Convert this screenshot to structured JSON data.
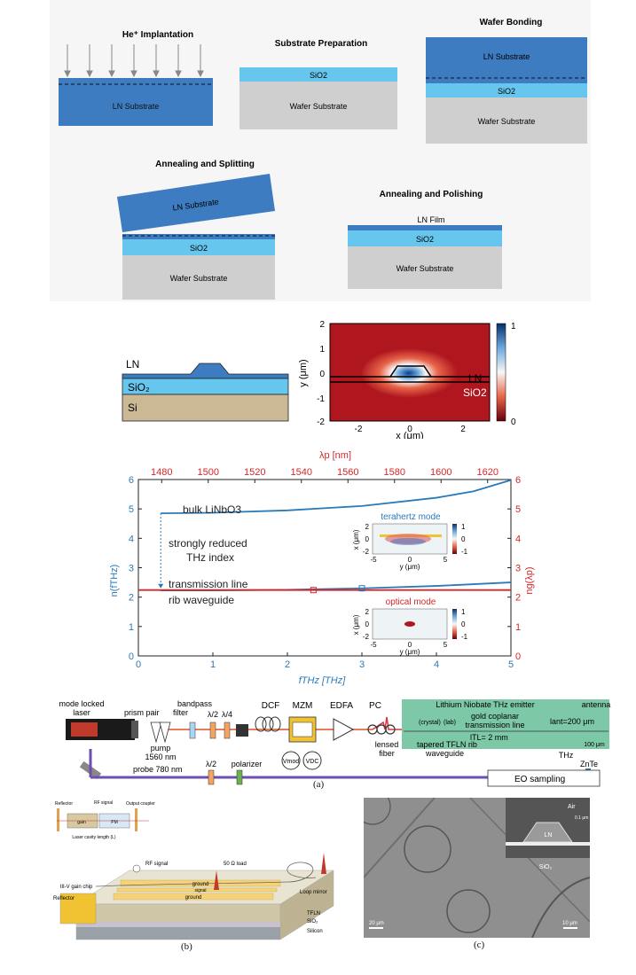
{
  "fab": {
    "steps": [
      "He⁺ Implantation",
      "Substrate Preparation",
      "Wafer Bonding",
      "Annealing and Splitting",
      "Annealing and Polishing"
    ],
    "ln_substrate": "LN Substrate",
    "sio2": "SiO2",
    "wafer_substrate": "Wafer Substrate",
    "ln_film": "LN Film"
  },
  "cross_section": {
    "ln": "LN",
    "sio2": "SiO₂",
    "si": "Si"
  },
  "mode_plot": {
    "ylabel": "y (μm)",
    "xlabel": "x (μm)",
    "xticks": [
      "-2",
      "0",
      "2"
    ],
    "yticks": [
      "2",
      "1",
      "0",
      "-1",
      "-2"
    ],
    "colorbar_ticks": [
      "1",
      "0"
    ],
    "label_ln": "LN",
    "label_sio2": "SiO2",
    "colors": {
      "high": "#08306b",
      "low": "#67000d"
    }
  },
  "index_chart": {
    "top_axis_label": "λp [nm]",
    "top_ticks": [
      "1480",
      "1500",
      "1520",
      "1540",
      "1560",
      "1580",
      "1600",
      "1620"
    ],
    "left_label": "n(fTHz)",
    "right_label": "ng(λp)",
    "x_label": "fTHz [THz]",
    "annotations": {
      "bulk": "bulk LiNbO3",
      "reduced_1": "strongly reduced",
      "reduced_2": "THz index",
      "tline": "transmission line",
      "rib": "rib waveguide"
    },
    "insets": {
      "thz_title": "terahertz mode",
      "opt_title": "optical mode",
      "xlabel": "y (μm)",
      "ylabel": "x (μm)",
      "yticks": [
        "2",
        "0",
        "-2"
      ],
      "xticks": [
        "-5",
        "0",
        "5"
      ],
      "cb_ticks": [
        "1",
        "0",
        "-1"
      ]
    },
    "colors": {
      "left": "#2a7ab8",
      "right": "#d62728"
    }
  },
  "chart_data": {
    "type": "line",
    "x": [
      0.3,
      1.0,
      2.0,
      3.0,
      4.0,
      5.0
    ],
    "xlabel": "fTHz [THz]",
    "ylabel": "n(fTHz)",
    "y2label": "ng(λp)",
    "xlim": [
      0,
      5
    ],
    "ylim": [
      0,
      6
    ],
    "y2lim": [
      0,
      6
    ],
    "top_axis": {
      "label": "λp [nm]",
      "lim": [
        1470,
        1630
      ]
    },
    "xticks": [
      0,
      1,
      2,
      3,
      4,
      5
    ],
    "yticks": [
      0,
      1,
      2,
      3,
      4,
      5,
      6
    ],
    "series": [
      {
        "name": "bulk LiNbO3",
        "axis": "left",
        "x": [
          0.3,
          1.0,
          2.0,
          3.0,
          4.0,
          4.5,
          5.0
        ],
        "values": [
          4.85,
          4.87,
          4.95,
          5.1,
          5.38,
          5.6,
          5.98
        ]
      },
      {
        "name": "transmission line",
        "axis": "left",
        "x": [
          0.3,
          1.0,
          2.0,
          3.0,
          4.0,
          5.0
        ],
        "values": [
          2.23,
          2.23,
          2.25,
          2.3,
          2.38,
          2.5
        ]
      },
      {
        "name": "rib waveguide",
        "axis": "right",
        "x": [
          0.0,
          1.0,
          2.0,
          3.0,
          4.0,
          5.0
        ],
        "values": [
          2.24,
          2.24,
          2.24,
          2.24,
          2.24,
          2.24
        ]
      }
    ],
    "markers": [
      {
        "series": "rib waveguide",
        "x": 2.35,
        "y": 2.24
      },
      {
        "series": "transmission line",
        "x": 3.0,
        "y": 2.3
      }
    ],
    "grid": false
  },
  "setup": {
    "mode_locked": "mode locked",
    "laser": "laser",
    "prism_pair": "prism pair",
    "bandpass": "bandpass",
    "filter": "filter",
    "pump": "pump",
    "pump_nm": "1560 nm",
    "half_wave": "λ/2",
    "quarter_wave": "λ/4",
    "dcf": "DCF",
    "mzm": "MZM",
    "edfa": "EDFA",
    "pc": "PC",
    "lensed": "lensed",
    "fiber": "fiber",
    "vmod": "Vmod",
    "vdc": "VDC",
    "emitter_title": "Lithium Niobate THz emitter",
    "antenna": "antenna",
    "crystal": "(crystal)",
    "lab": "(lab)",
    "gold": "gold coplanar",
    "tline": "transmission line",
    "lant": "lant=200 μm",
    "ltl": "lTL= 2 mm",
    "scale": "100 μm",
    "tapered": "tapered TFLN rib",
    "waveguide": "waveguide",
    "probe": "probe 780 nm",
    "half_wave_2": "λ/2",
    "polarizer": "polarizer",
    "thz": "THz",
    "znte": "ZnTe",
    "eo": "EO sampling",
    "caption_a": "(a)"
  },
  "laser_chip": {
    "reflector": "Reflector",
    "rf_signal": "RF signal",
    "output_coupler": "Output coupler",
    "gain": "gain",
    "pm": "PM",
    "cavity": "Laser cavity length (L)",
    "chip": "III-V gain chip",
    "rf_signal_2": "RF signal",
    "load": "50 Ω load",
    "loop": "Loop mirror",
    "ground": "ground",
    "signal": "signal",
    "ground_2": "ground",
    "reflector_2": "Reflector",
    "tfln": "TFLN",
    "sio2": "SiO₂",
    "silicon": "Silicon",
    "caption_b": "(b)"
  },
  "sem": {
    "scale_left": "20 μm",
    "scale_right": "10 μm",
    "inset_air": "Air",
    "inset_ln": "LN",
    "inset_sio2": "SiO₂",
    "inset_scale": "0.1 μm",
    "caption_c": "(c)"
  }
}
